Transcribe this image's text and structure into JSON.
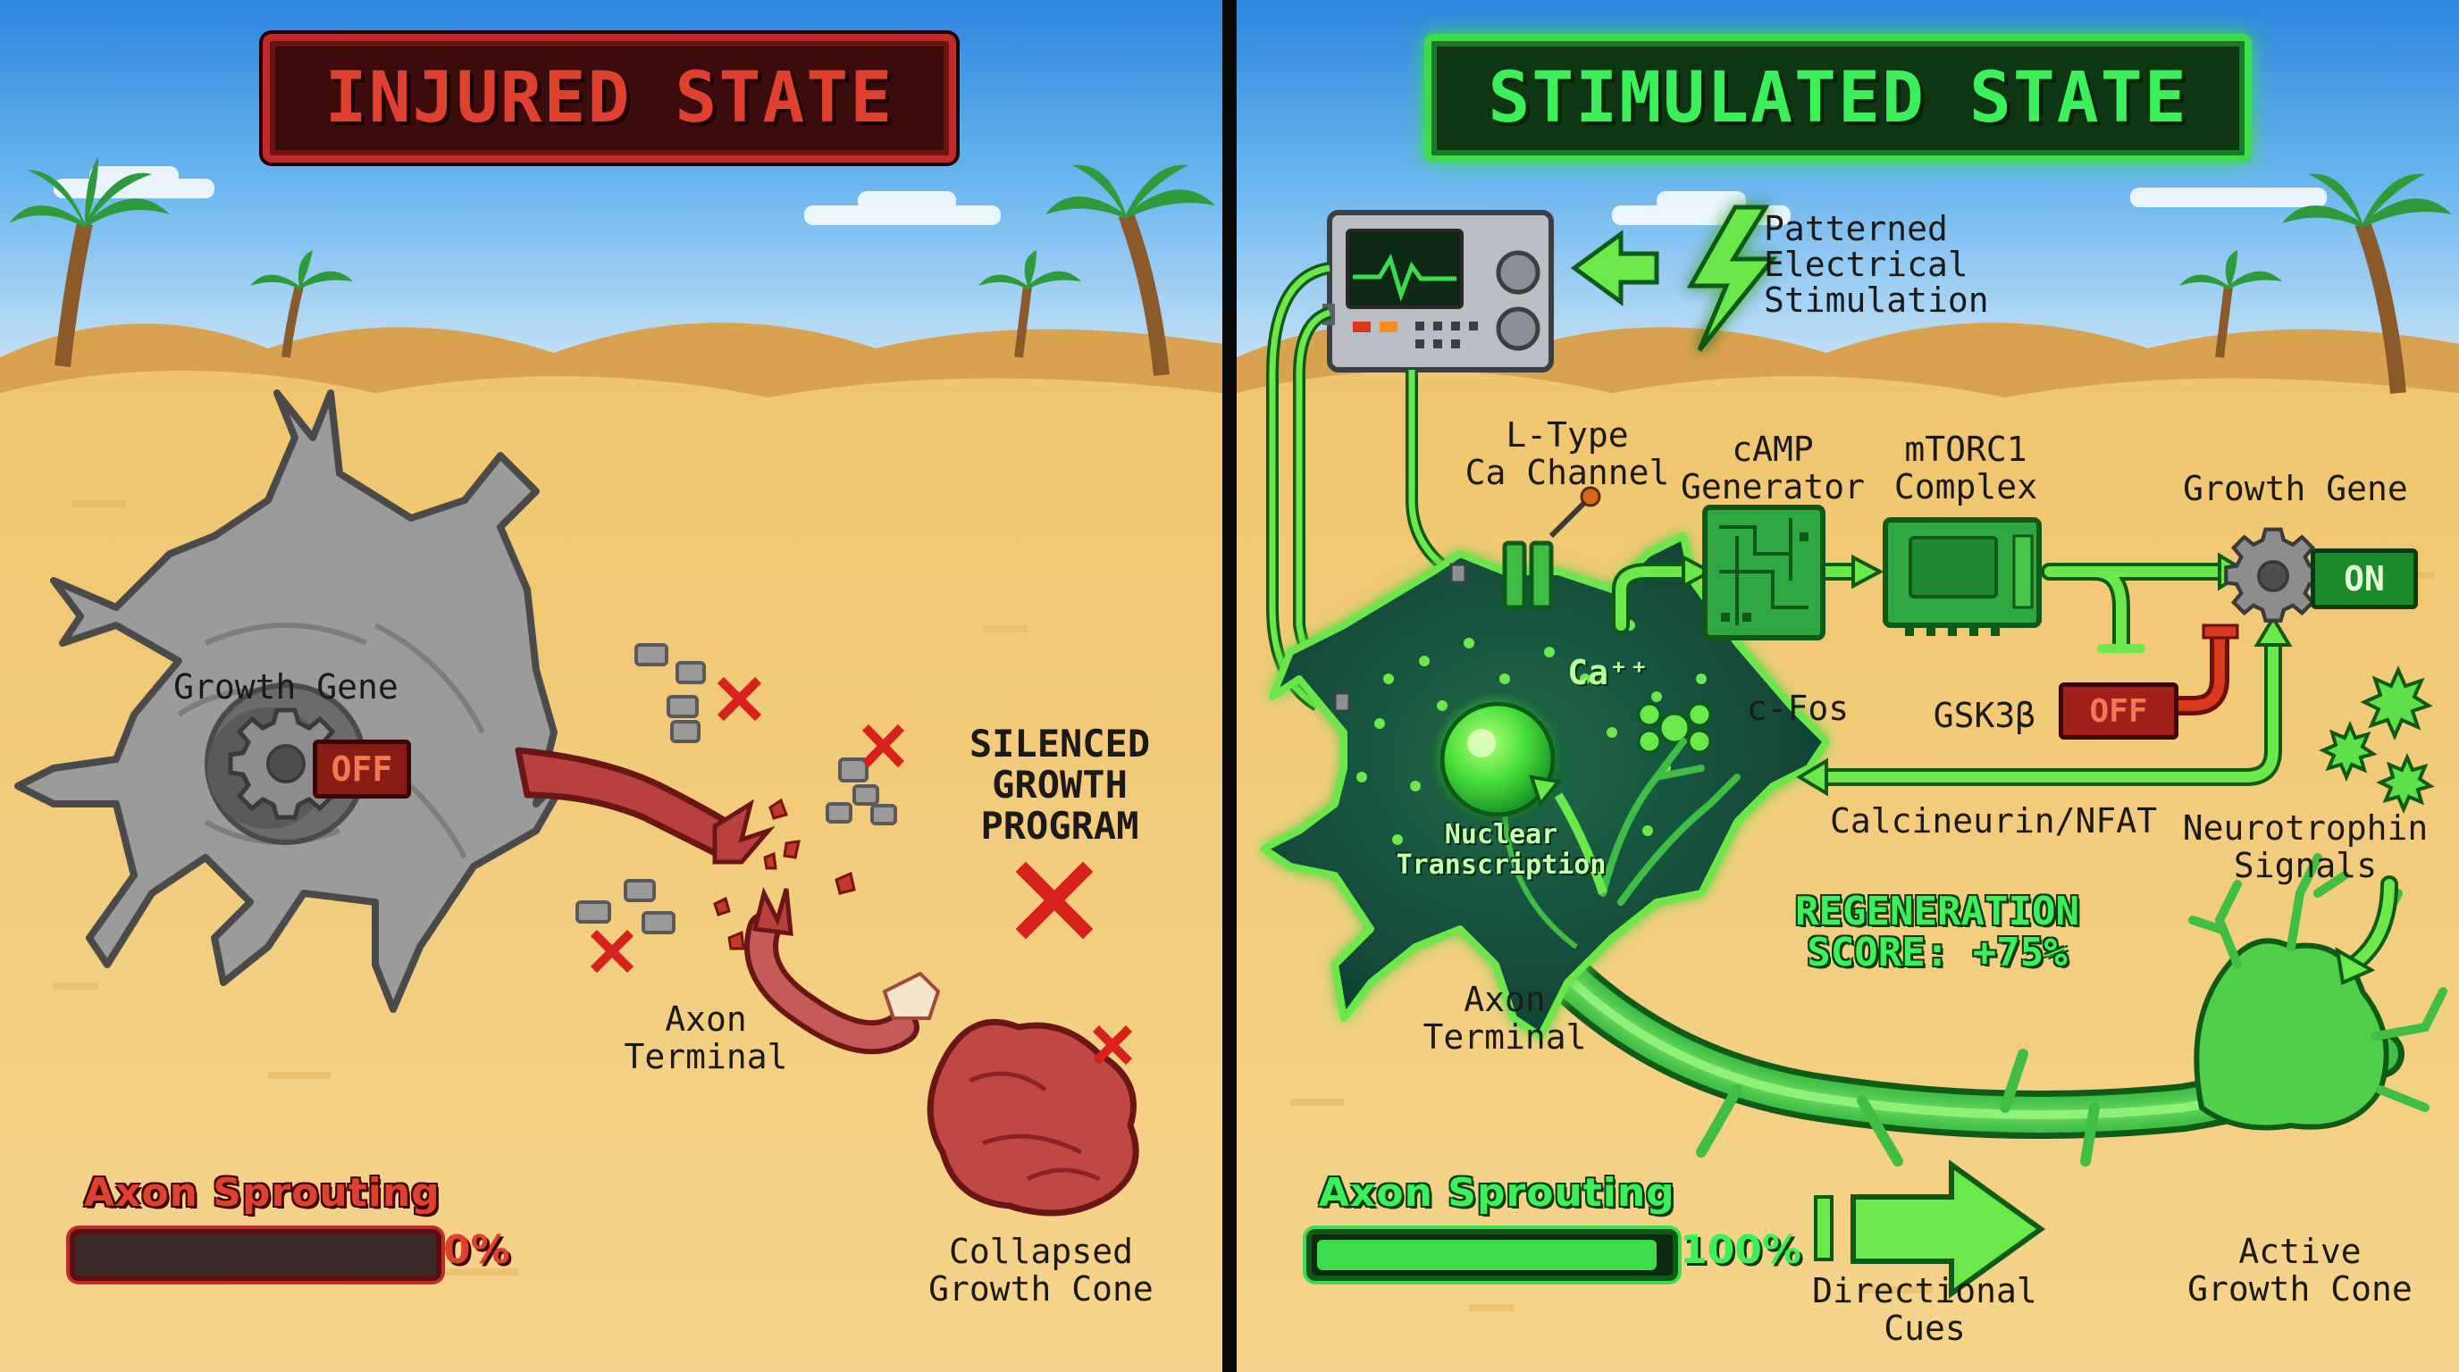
{
  "injured": {
    "title": "INJURED STATE",
    "growth_gene_label": "Growth Gene",
    "gene_status": "OFF",
    "silenced_label": "SILENCED\nGROWTH\nPROGRAM",
    "axon_terminal_label": "Axon\nTerminal",
    "collapsed_label": "Collapsed\nGrowth Cone",
    "sprouting_label": "Axon Sprouting",
    "sprouting_value": 0,
    "sprouting_text": "0%"
  },
  "stimulated": {
    "title": "STIMULATED STATE",
    "stimulation_label": "Patterned\nElectrical\nStimulation",
    "ltype_label": "L-Type\nCa Channel",
    "camp_label": "cAMP\nGenerator",
    "mtorc1_label": "mTORC1\nComplex",
    "growth_gene_label": "Growth Gene",
    "gene_status": "ON",
    "gsk_label": "GSK3β",
    "gsk_status": "OFF",
    "ca_label": "Ca⁺⁺",
    "cfos_label": "c-Fos",
    "calcineurin_label": "Calcineurin/NFAT",
    "neurotrophin_label": "Neurotrophin\nSignals",
    "nuclear_label": "Nuclear\nTranscription",
    "regen_label": "REGENERATION\nSCORE: +75%",
    "axon_terminal_label": "Axon\nTerminal",
    "sprouting_label": "Axon Sprouting",
    "sprouting_value": 100,
    "sprouting_text": "100%",
    "directional_label": "Directional\nCues",
    "active_label": "Active\nGrowth Cone"
  },
  "colors": {
    "sky_top": "#2f8fe0",
    "sand": "#f2cc7a",
    "injured_red": "#c12a2a",
    "stim_green": "#3ddc4c"
  }
}
